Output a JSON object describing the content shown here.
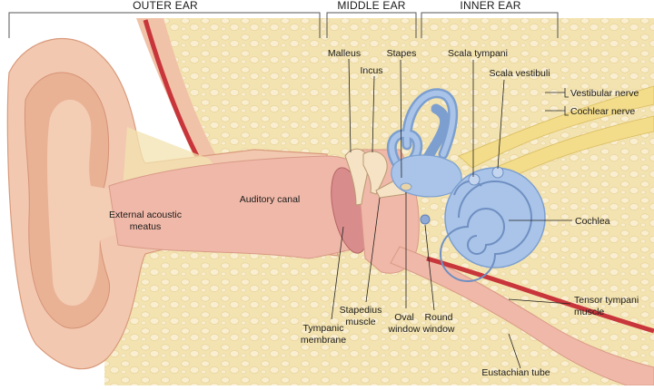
{
  "sections": {
    "outer": "OUTER EAR",
    "middle": "MIDDLE EAR",
    "inner": "INNER EAR"
  },
  "labels": {
    "malleus": "Malleus",
    "incus": "Incus",
    "stapes": "Stapes",
    "scala_tympani": "Scala tympani",
    "scala_vestibuli": "Scala vestibuli",
    "vestibular_nerve": "Vestibular nerve",
    "cochlear_nerve": "Cochlear nerve",
    "external_acoustic_1": "External acoustic",
    "external_acoustic_2": "meatus",
    "auditory_canal": "Auditory canal",
    "cochlea": "Cochlea",
    "stapedius_1": "Stapedius",
    "stapedius_2": "muscle",
    "tympanic_1": "Tympanic",
    "tympanic_2": "membrane",
    "oval_1": "Oval",
    "oval_2": "window",
    "round_1": "Round",
    "round_2": "window",
    "tensor_1": "Tensor tympani",
    "tensor_2": "muscle",
    "eustachian": "Eustachian tube"
  },
  "colors": {
    "skin": "#f2c9b0",
    "skin_dark": "#e3a98c",
    "bone": "#f3e3b0",
    "bone_cell": "#f8eecb",
    "canal": "#f0b8a8",
    "inner_ear": "#a9c4e8",
    "inner_ear_dark": "#7c9fd0",
    "nerve": "#f3dc8a",
    "muscle": "#c8353a"
  }
}
